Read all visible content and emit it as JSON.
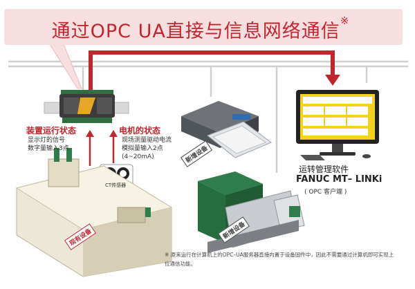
{
  "title": {
    "text": "通过OPC UA直接与信息网络通信",
    "mark": "※"
  },
  "status_device": {
    "heading": "装置运行状态",
    "lines": [
      "显示灯的信号",
      "数字量输入3点"
    ]
  },
  "status_motor": {
    "heading": "电机的状态",
    "lines": [
      "现场测量驱动电流",
      "模拟量输入2点",
      "(4~20mA)"
    ]
  },
  "ct_label": "CT传感器",
  "software": {
    "label": "运转管理软件",
    "name": "FANUC MT– LINKi",
    "sub": "( OPC 客户端 )"
  },
  "stamps": {
    "existing": "现有设备",
    "new_top": "新增设备",
    "new_bottom": "新增设备"
  },
  "footnote": {
    "mark": "※",
    "text": "原来运行在计算机上的OPC–UA服务器直接内置于设备固件中，因此不需要通过计算机即可实现上位通信功能。"
  },
  "colors": {
    "accent_red": "#c0272d",
    "title_bg": "#f7dfe1",
    "network_line": "#c8c8c8",
    "machine_green": "#2f7d4a",
    "screen_yellow": "#f2d21b"
  }
}
